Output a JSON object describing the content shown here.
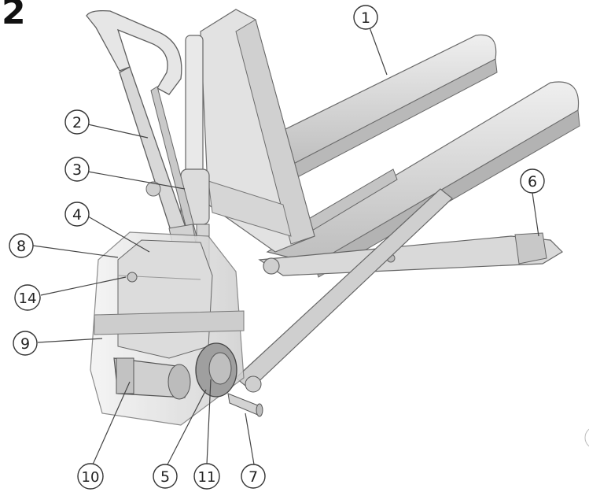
{
  "figure_number": "2",
  "callouts": [
    {
      "id": "1",
      "label": "1"
    },
    {
      "id": "2",
      "label": "2"
    },
    {
      "id": "3",
      "label": "3"
    },
    {
      "id": "4",
      "label": "4"
    },
    {
      "id": "5",
      "label": "5"
    },
    {
      "id": "6",
      "label": "6"
    },
    {
      "id": "7",
      "label": "7"
    },
    {
      "id": "8",
      "label": "8"
    },
    {
      "id": "9",
      "label": "9"
    },
    {
      "id": "10",
      "label": "10"
    },
    {
      "id": "11",
      "label": "11"
    },
    {
      "id": "14",
      "label": "14"
    }
  ],
  "colors": {
    "metal_light": "#e6e6e6",
    "metal_mid": "#cfcfcf",
    "metal_dark": "#a9a9a9",
    "outline": "#5a5a5a",
    "leader": "#444444"
  }
}
